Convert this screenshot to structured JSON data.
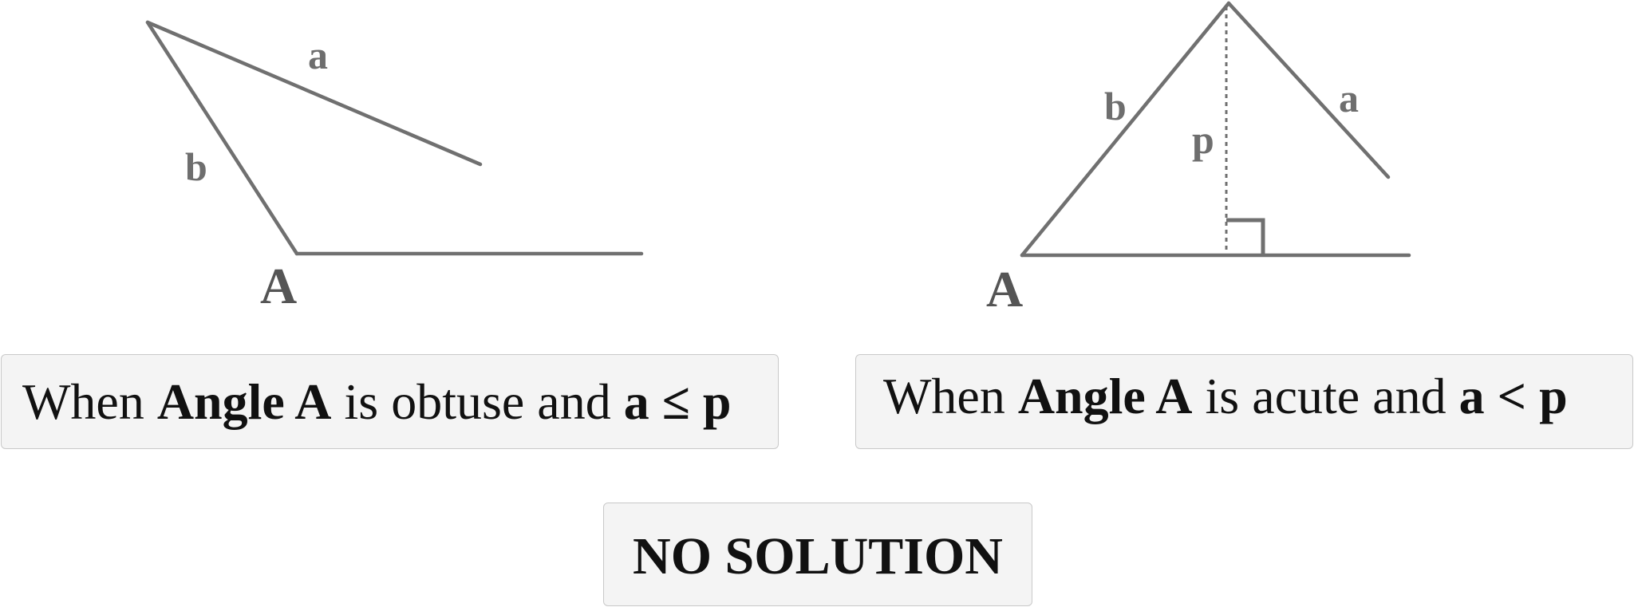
{
  "left_figure": {
    "side_a": "a",
    "side_b": "b",
    "vertex": "A"
  },
  "right_figure": {
    "side_a": "a",
    "side_b": "b",
    "height": "p",
    "vertex": "A"
  },
  "left_caption": {
    "prefix": "When ",
    "angle": "Angle A",
    "middle": " is obtuse and ",
    "condition": "a ≤ p"
  },
  "right_caption": {
    "prefix": "When ",
    "angle": "Angle A",
    "middle": " is acute and ",
    "condition": "a < p"
  },
  "result": {
    "text": "NO SOLUTION"
  }
}
